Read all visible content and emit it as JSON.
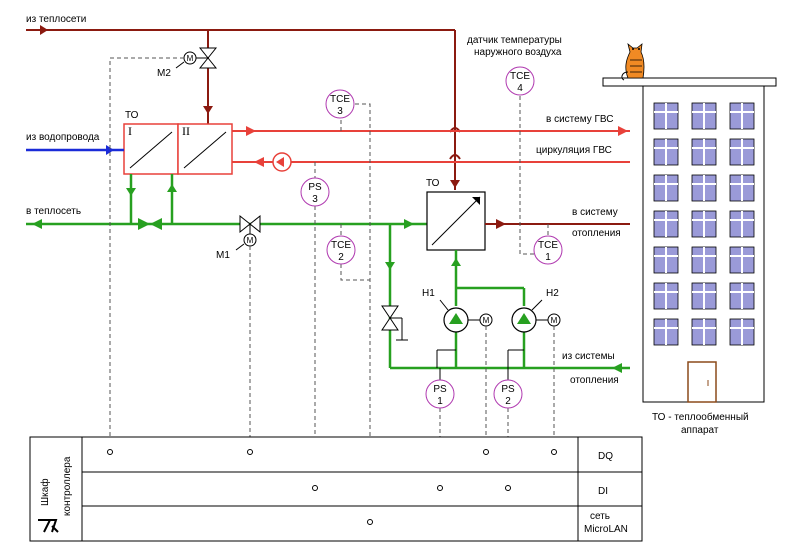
{
  "labels": {
    "from_heating_net": "из теплосети",
    "from_water_supply": "из водопровода",
    "to_heating_net": "в теплосеть",
    "to_dhw_system": "в систему ГВС",
    "dhw_circulation": "циркуляция ГВС",
    "to_system": "в систему",
    "heating": "отопления",
    "from_systems": "из системы",
    "heating2": "отопления",
    "outdoor_sensor_1": "датчик температуры",
    "outdoor_sensor_2": "наружного воздуха",
    "legend_1": "ТО - теплообменный",
    "legend_2": "аппарат"
  },
  "devices": {
    "to_left": "ТО",
    "to_right": "ТО",
    "roman1": "I",
    "roman2": "II",
    "m1": "M1",
    "m2": "M2",
    "h1": "H1",
    "h2": "H2",
    "motor": "M",
    "tce1_a": "TCE",
    "tce1_b": "1",
    "tce2_a": "TCE",
    "tce2_b": "2",
    "tce3_a": "TCE",
    "tce3_b": "3",
    "tce4_a": "TCE",
    "tce4_b": "4",
    "ps1_a": "PS",
    "ps1_b": "1",
    "ps2_a": "PS",
    "ps2_b": "2",
    "ps3_a": "PS",
    "ps3_b": "3"
  },
  "cabinet": {
    "title_1": "Шкаф",
    "title_2": "контроллера",
    "dq": "DQ",
    "di": "DI",
    "net_1": "сеть",
    "net_2": "MicroLAN"
  },
  "colors": {
    "supply": "#8b1a10",
    "dhw": "#e8413a",
    "return": "#27a020",
    "cold_water": "#1a2bd8",
    "sensor": "#b03ab0",
    "window": "#9a9ad8",
    "cat": "#f08a24"
  }
}
